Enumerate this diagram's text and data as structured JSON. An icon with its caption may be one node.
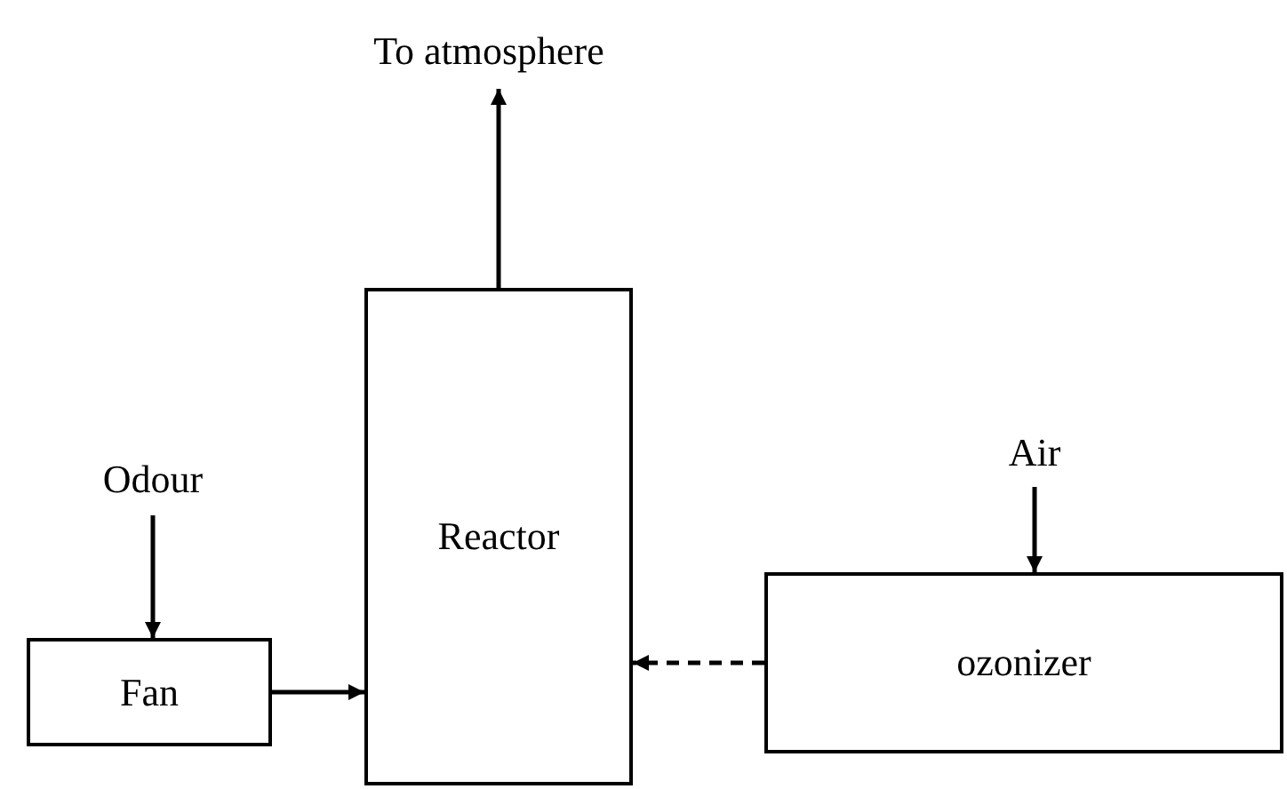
{
  "diagram": {
    "nodes": [
      {
        "text": [
          "To atmosphere"
        ]
      },
      {
        "text": [
          "Reactor"
        ]
      },
      {
        "text": [
          "Odour"
        ]
      },
      {
        "text": [
          "Fan"
        ]
      },
      {
        "text": [
          "Air"
        ]
      },
      {
        "text": [
          "ozonizer"
        ]
      }
    ],
    "edges": [
      {
        "from": 1,
        "to": 0,
        "arrow": "to"
      },
      {
        "from": 2,
        "to": 3,
        "arrow": "to"
      },
      {
        "from": 3,
        "to": 1,
        "arrow": "to"
      },
      {
        "from": 4,
        "to": 5,
        "arrow": "to"
      },
      {
        "from": 5,
        "to": 1,
        "arrow": "to",
        "style": "dashed"
      }
    ]
  }
}
